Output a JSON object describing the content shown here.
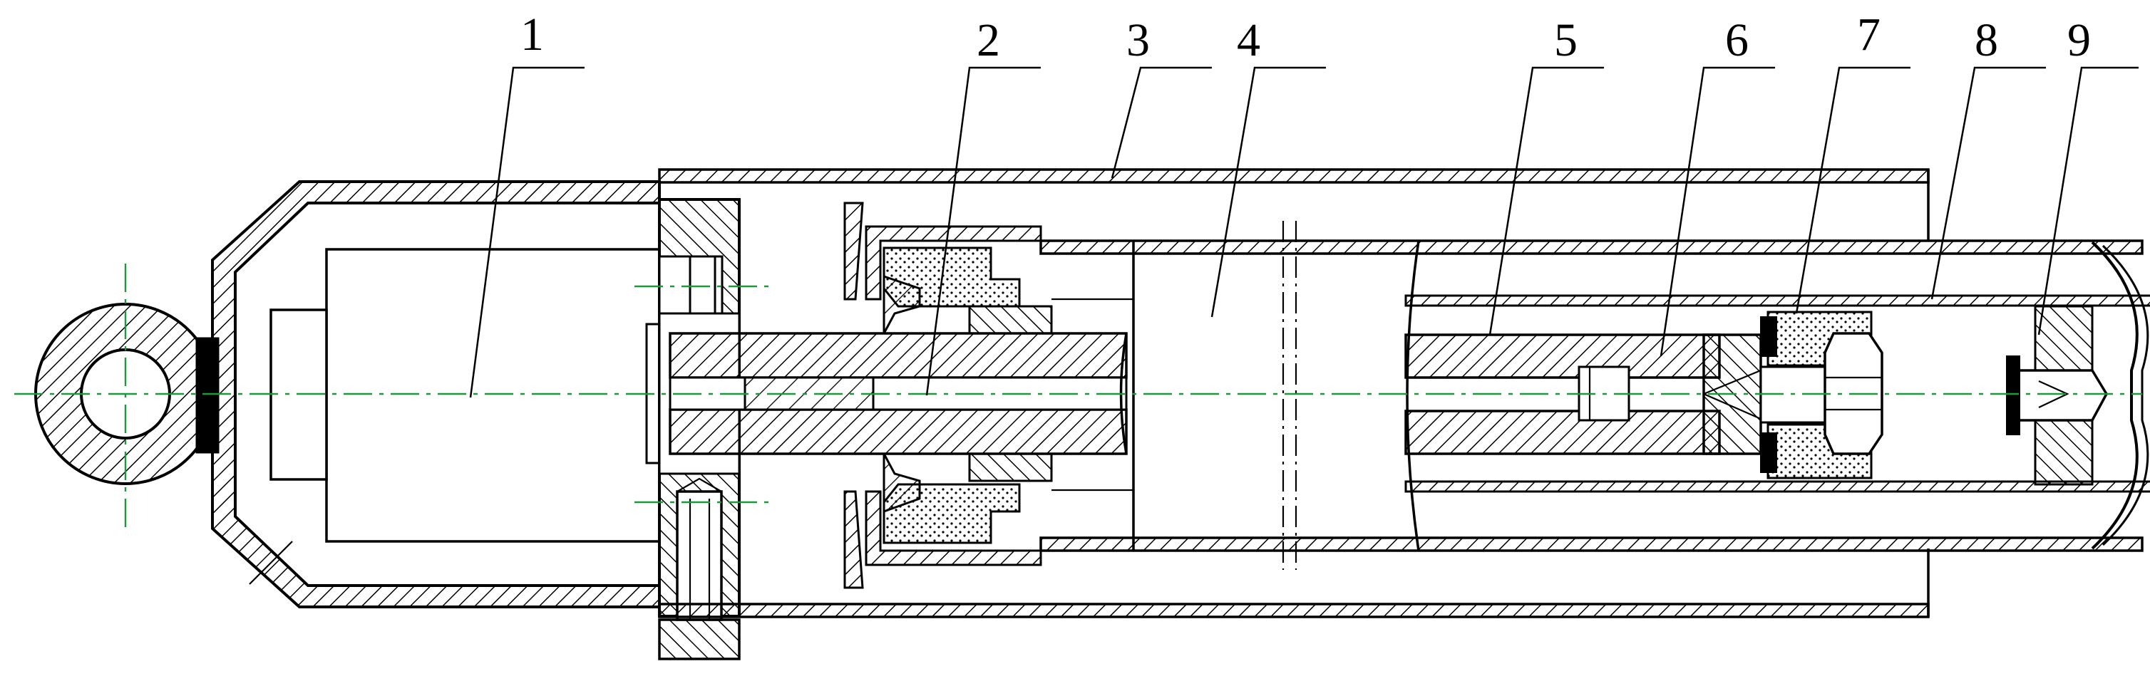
{
  "drawing": {
    "callouts": [
      "1",
      "2",
      "3",
      "4",
      "5",
      "6",
      "7",
      "8",
      "9"
    ]
  },
  "colors": {
    "line": "#000000",
    "centerline": "#1a9a3a",
    "background": "#ffffff"
  }
}
